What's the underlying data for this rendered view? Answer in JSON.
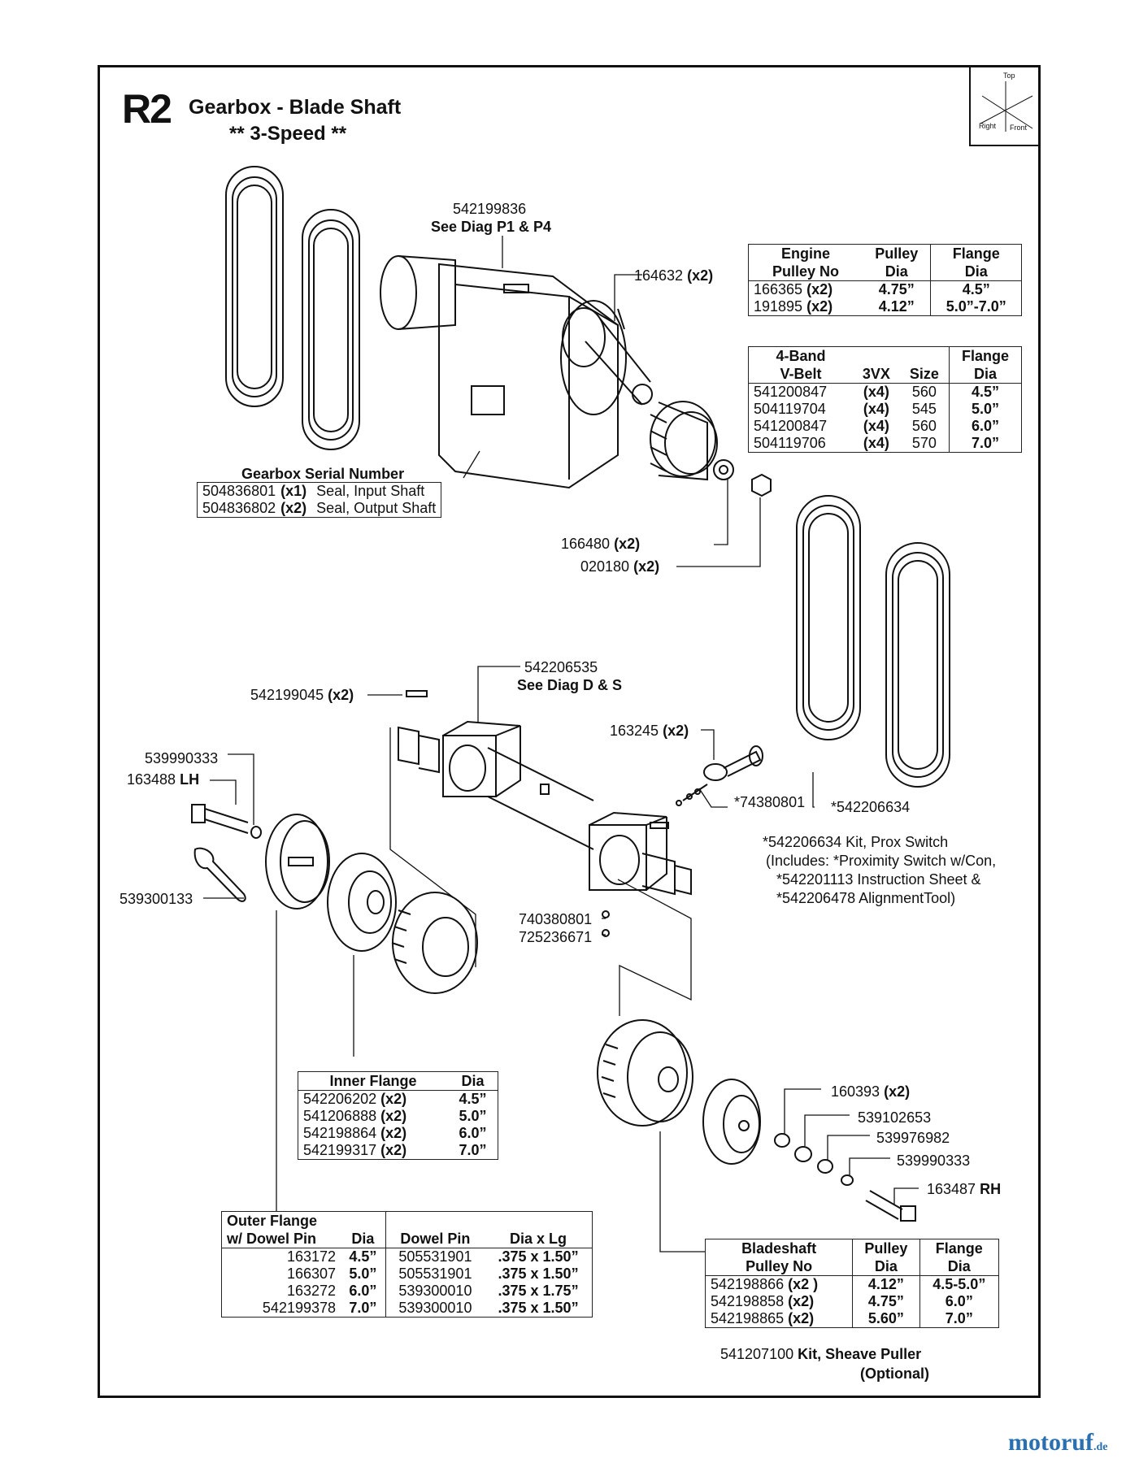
{
  "title": {
    "code": "R2",
    "main": "Gearbox - Blade Shaft",
    "sub": "** 3-Speed **"
  },
  "compass": {
    "top": "Top",
    "right": "Right",
    "front": "Front"
  },
  "watermark": {
    "brand": "motoruf",
    "tld": ".de"
  },
  "callouts": {
    "gearbox_part": "542199836",
    "gearbox_see": "See Diag P1 & P4",
    "key_top": "164632",
    "key_top_qty": "(x2)",
    "gearbox_serial": "Gearbox Serial Number",
    "washer": "166480",
    "washer_qty": "(x2)",
    "nut": "020180",
    "nut_qty": "(x2)",
    "shaft_part": "542206535",
    "shaft_see": "See Diag D & S",
    "key_shaft": "542199045",
    "key_shaft_qty": "(x2)",
    "lock_washer_lh": "539990333",
    "bolt_lh": "163488",
    "bolt_lh_suffix": "LH",
    "wrench": "539300133",
    "prox_part": "163245",
    "prox_qty": "(x2)",
    "prox_sensor": "*74380801",
    "prox_kit": "*542206634",
    "grease_1": "740380801",
    "grease_2": "725236671",
    "spacer_rh": "160393",
    "spacer_rh_qty": "(x2)",
    "washer_rh_1": "539102653",
    "washer_rh_2": "539976982",
    "lock_washer_rh": "539990333",
    "bolt_rh": "163487",
    "bolt_rh_suffix": "RH"
  },
  "kit_note": {
    "line1": "*542206634 Kit, Prox Switch",
    "line2": "(Includes: *Proximity Switch w/Con,",
    "line3": "*542201113 Instruction Sheet &",
    "line4": "*542206478 AlignmentTool)"
  },
  "seal_table": {
    "rows": [
      {
        "part": "504836801",
        "qty": "(x1)",
        "desc": "Seal, Input Shaft"
      },
      {
        "part": "504836802",
        "qty": "(x2)",
        "desc": "Seal, Output Shaft"
      }
    ]
  },
  "engine_pulley_table": {
    "headers": [
      "Engine",
      "Pulley No",
      "Pulley",
      "Dia",
      "Flange",
      "Dia"
    ],
    "rows": [
      {
        "part": "166365",
        "qty": "(x2)",
        "dia": "4.75”",
        "flange": "4.5”"
      },
      {
        "part": "191895",
        "qty": "(x2)",
        "dia": "4.12”",
        "flange": "5.0”-7.0”"
      }
    ]
  },
  "vbelt_table": {
    "headers": [
      "4-Band",
      "V-Belt",
      "3VX",
      "Size",
      "Flange",
      "Dia"
    ],
    "rows": [
      {
        "part": "541200847",
        "qty": "(x4)",
        "size": "560",
        "flange": "4.5”"
      },
      {
        "part": "504119704",
        "qty": "(x4)",
        "size": "545",
        "flange": "5.0”"
      },
      {
        "part": "541200847",
        "qty": "(x4)",
        "size": "560",
        "flange": "6.0”"
      },
      {
        "part": "504119706",
        "qty": "(x4)",
        "size": "570",
        "flange": "7.0”"
      }
    ]
  },
  "inner_flange_table": {
    "headers": [
      "Inner Flange",
      "Dia"
    ],
    "rows": [
      {
        "part": "542206202",
        "qty": "(x2)",
        "dia": "4.5”"
      },
      {
        "part": "541206888",
        "qty": "(x2)",
        "dia": "5.0”"
      },
      {
        "part": "542198864",
        "qty": "(x2)",
        "dia": "6.0”"
      },
      {
        "part": "542199317",
        "qty": "(x2)",
        "dia": "7.0”"
      }
    ]
  },
  "outer_flange_table": {
    "headers": [
      "Outer Flange",
      "w/ Dowel Pin",
      "Dia",
      "Dowel Pin",
      "Dia  x  Lg"
    ],
    "rows": [
      {
        "part": "163172",
        "dia": "4.5”",
        "pin": "505531901",
        "size": ".375 x 1.50”"
      },
      {
        "part": "166307",
        "dia": "5.0”",
        "pin": "505531901",
        "size": ".375 x 1.50”"
      },
      {
        "part": "163272",
        "dia": "6.0”",
        "pin": "539300010",
        "size": ".375 x 1.75”"
      },
      {
        "part": "542199378",
        "dia": "7.0”",
        "pin": "539300010",
        "size": ".375 x 1.50”"
      }
    ]
  },
  "bladeshaft_table": {
    "headers": [
      "Bladeshaft",
      "Pulley No",
      "Pulley",
      "Dia",
      "Flange",
      "Dia"
    ],
    "rows": [
      {
        "part": "542198866",
        "qty": "(x2 )",
        "dia": "4.12”",
        "flange": "4.5-5.0”"
      },
      {
        "part": "542198858",
        "qty": "(x2)",
        "dia": "4.75”",
        "flange": "6.0”"
      },
      {
        "part": "542198865",
        "qty": "(x2)",
        "dia": "5.60”",
        "flange": "7.0”"
      }
    ]
  },
  "sheave_puller": {
    "part": "541207100",
    "label": "Kit, Sheave Puller",
    "optional": "(Optional)"
  }
}
